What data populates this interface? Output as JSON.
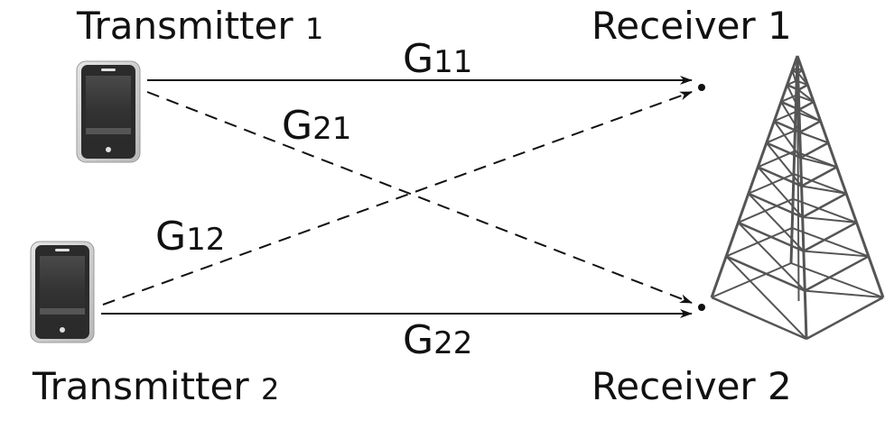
{
  "transmitters": [
    {
      "name": "Transmitter",
      "index": "1"
    },
    {
      "name": "Transmitter",
      "index": "2"
    }
  ],
  "receivers": [
    {
      "label": "Receiver 1"
    },
    {
      "label": "Receiver 2"
    }
  ],
  "gains": [
    {
      "letter": "G",
      "sub": "11"
    },
    {
      "letter": "G",
      "sub": "21"
    },
    {
      "letter": "G",
      "sub": "12"
    },
    {
      "letter": "G",
      "sub": "22"
    }
  ],
  "colors": {
    "line": "#111111",
    "tower": "#555555",
    "phone_body": "#cfcfcf",
    "phone_screen": "#3a3a3a"
  },
  "icons": {
    "transmitter": "smartphone-icon",
    "receiver": "cell-tower-icon"
  }
}
